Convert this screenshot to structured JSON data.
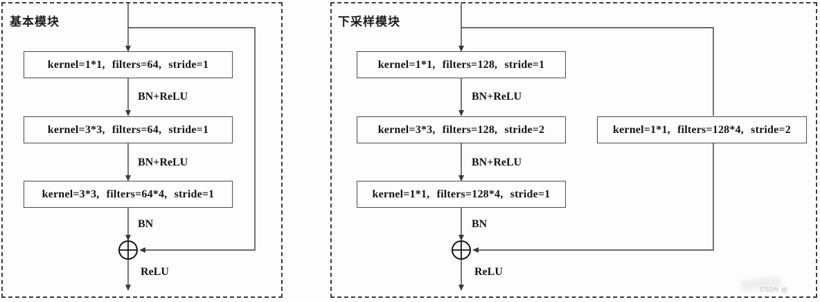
{
  "colors": {
    "line": "#3a3a3a",
    "box_border": "#4a4a4a",
    "dashed_border": "#3b3b3b",
    "text": "#141414",
    "background": "#fdfdfd",
    "watermark": "#b5b5b5"
  },
  "modules": [
    {
      "title": "基本模块",
      "conv_boxes": [
        "kernel=1*1, filters=64, stride=1",
        "kernel=3*3, filters=64, stride=1",
        "kernel=3*3, filters=64*4, stride=1"
      ],
      "edge_labels": [
        "BN+ReLU",
        "BN+ReLU",
        "BN",
        "ReLU"
      ],
      "merge_symbol": "add-circle"
    },
    {
      "title": "下采样模块",
      "conv_boxes": [
        "kernel=1*1, filters=128, stride=1",
        "kernel=3*3, filters=128, stride=2",
        "kernel=1*1, filters=128*4, stride=1"
      ],
      "shortcut_box": "kernel=1*1, filters=128*4, stride=2",
      "edge_labels": [
        "BN+ReLU",
        "BN+ReLU",
        "BN",
        "ReLU"
      ],
      "merge_symbol": "add-circle"
    }
  ],
  "watermark": "CSDN @"
}
